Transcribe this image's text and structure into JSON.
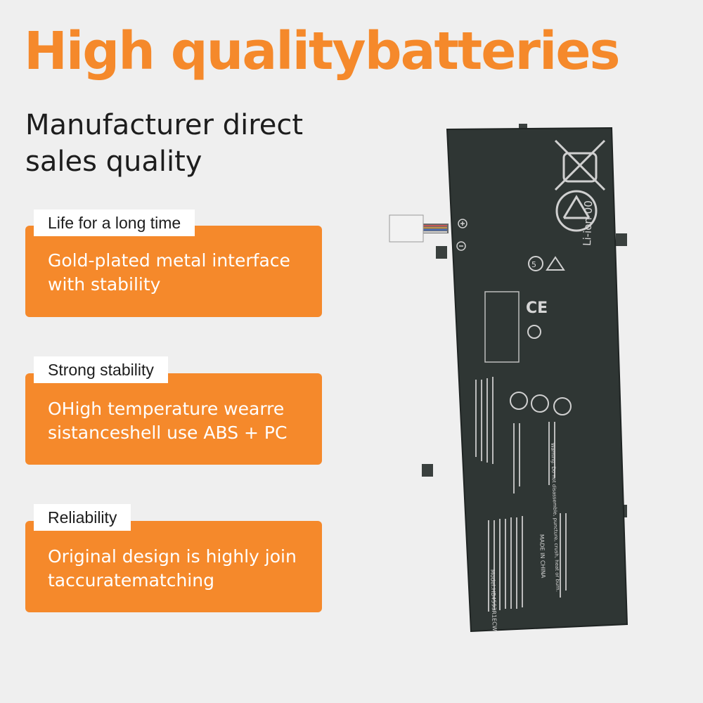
{
  "headline": "High qualitybatteries",
  "subhead": "Manufacturer direct sales quality",
  "features": [
    {
      "tag": "Life for a long time",
      "text": "Gold-plated metal interface with stability"
    },
    {
      "tag": "Strong stability",
      "text": "OHigh temperature wearre sistanceshell use ABS + PC"
    },
    {
      "tag": "Reliability",
      "text": "Original design is highly join taccuratematching"
    }
  ],
  "product": {
    "chemistry_label": "Li-ion 00",
    "model_text": "Model:HB4593R1ECW",
    "made_in": "MADE IN CHINA",
    "warning_text": "Warning: Do not disassemble, puncture, crush, heat or burn."
  },
  "colors": {
    "accent": "#f5892b",
    "background": "#efefef",
    "battery_body": "#2f3634"
  }
}
